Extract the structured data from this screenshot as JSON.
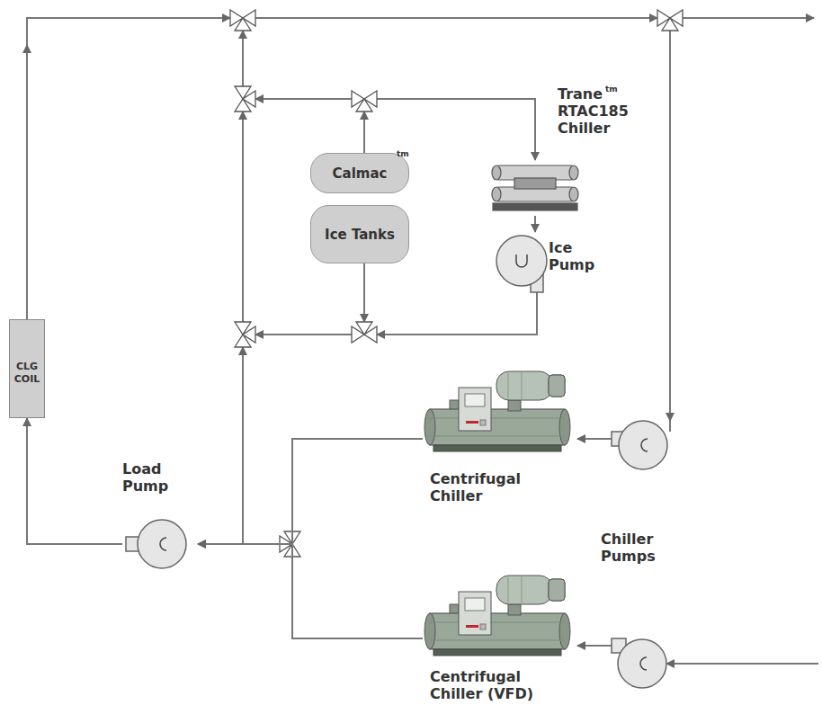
{
  "diagram": {
    "nodes": [
      {
        "text": [
          "CLG COIL"
        ]
      },
      {
        "text": [
          "Calmac"
        ]
      },
      {
        "text": [
          "Ice Tanks"
        ]
      },
      {
        "text": [
          "Trane RTAC185 Chiller"
        ]
      },
      {
        "text": [
          "Ice Pump"
        ]
      },
      {
        "text": [
          "Centrifugal Chiller"
        ]
      },
      {
        "text": [
          "Centrifugal Chiller (VFD)"
        ]
      },
      {
        "text": [
          "Load Pump"
        ]
      }
    ],
    "edges": [
      {
        "from": 7,
        "to": 0,
        "arrow": "to"
      },
      {
        "from": 3,
        "to": 4,
        "arrow": "to"
      },
      {
        "from": 5,
        "to": 7,
        "arrow": "to"
      },
      {
        "from": 6,
        "to": 7,
        "arrow": "to"
      }
    ],
    "labels": [
      "tm",
      "tm",
      "Chiller Pumps"
    ]
  }
}
